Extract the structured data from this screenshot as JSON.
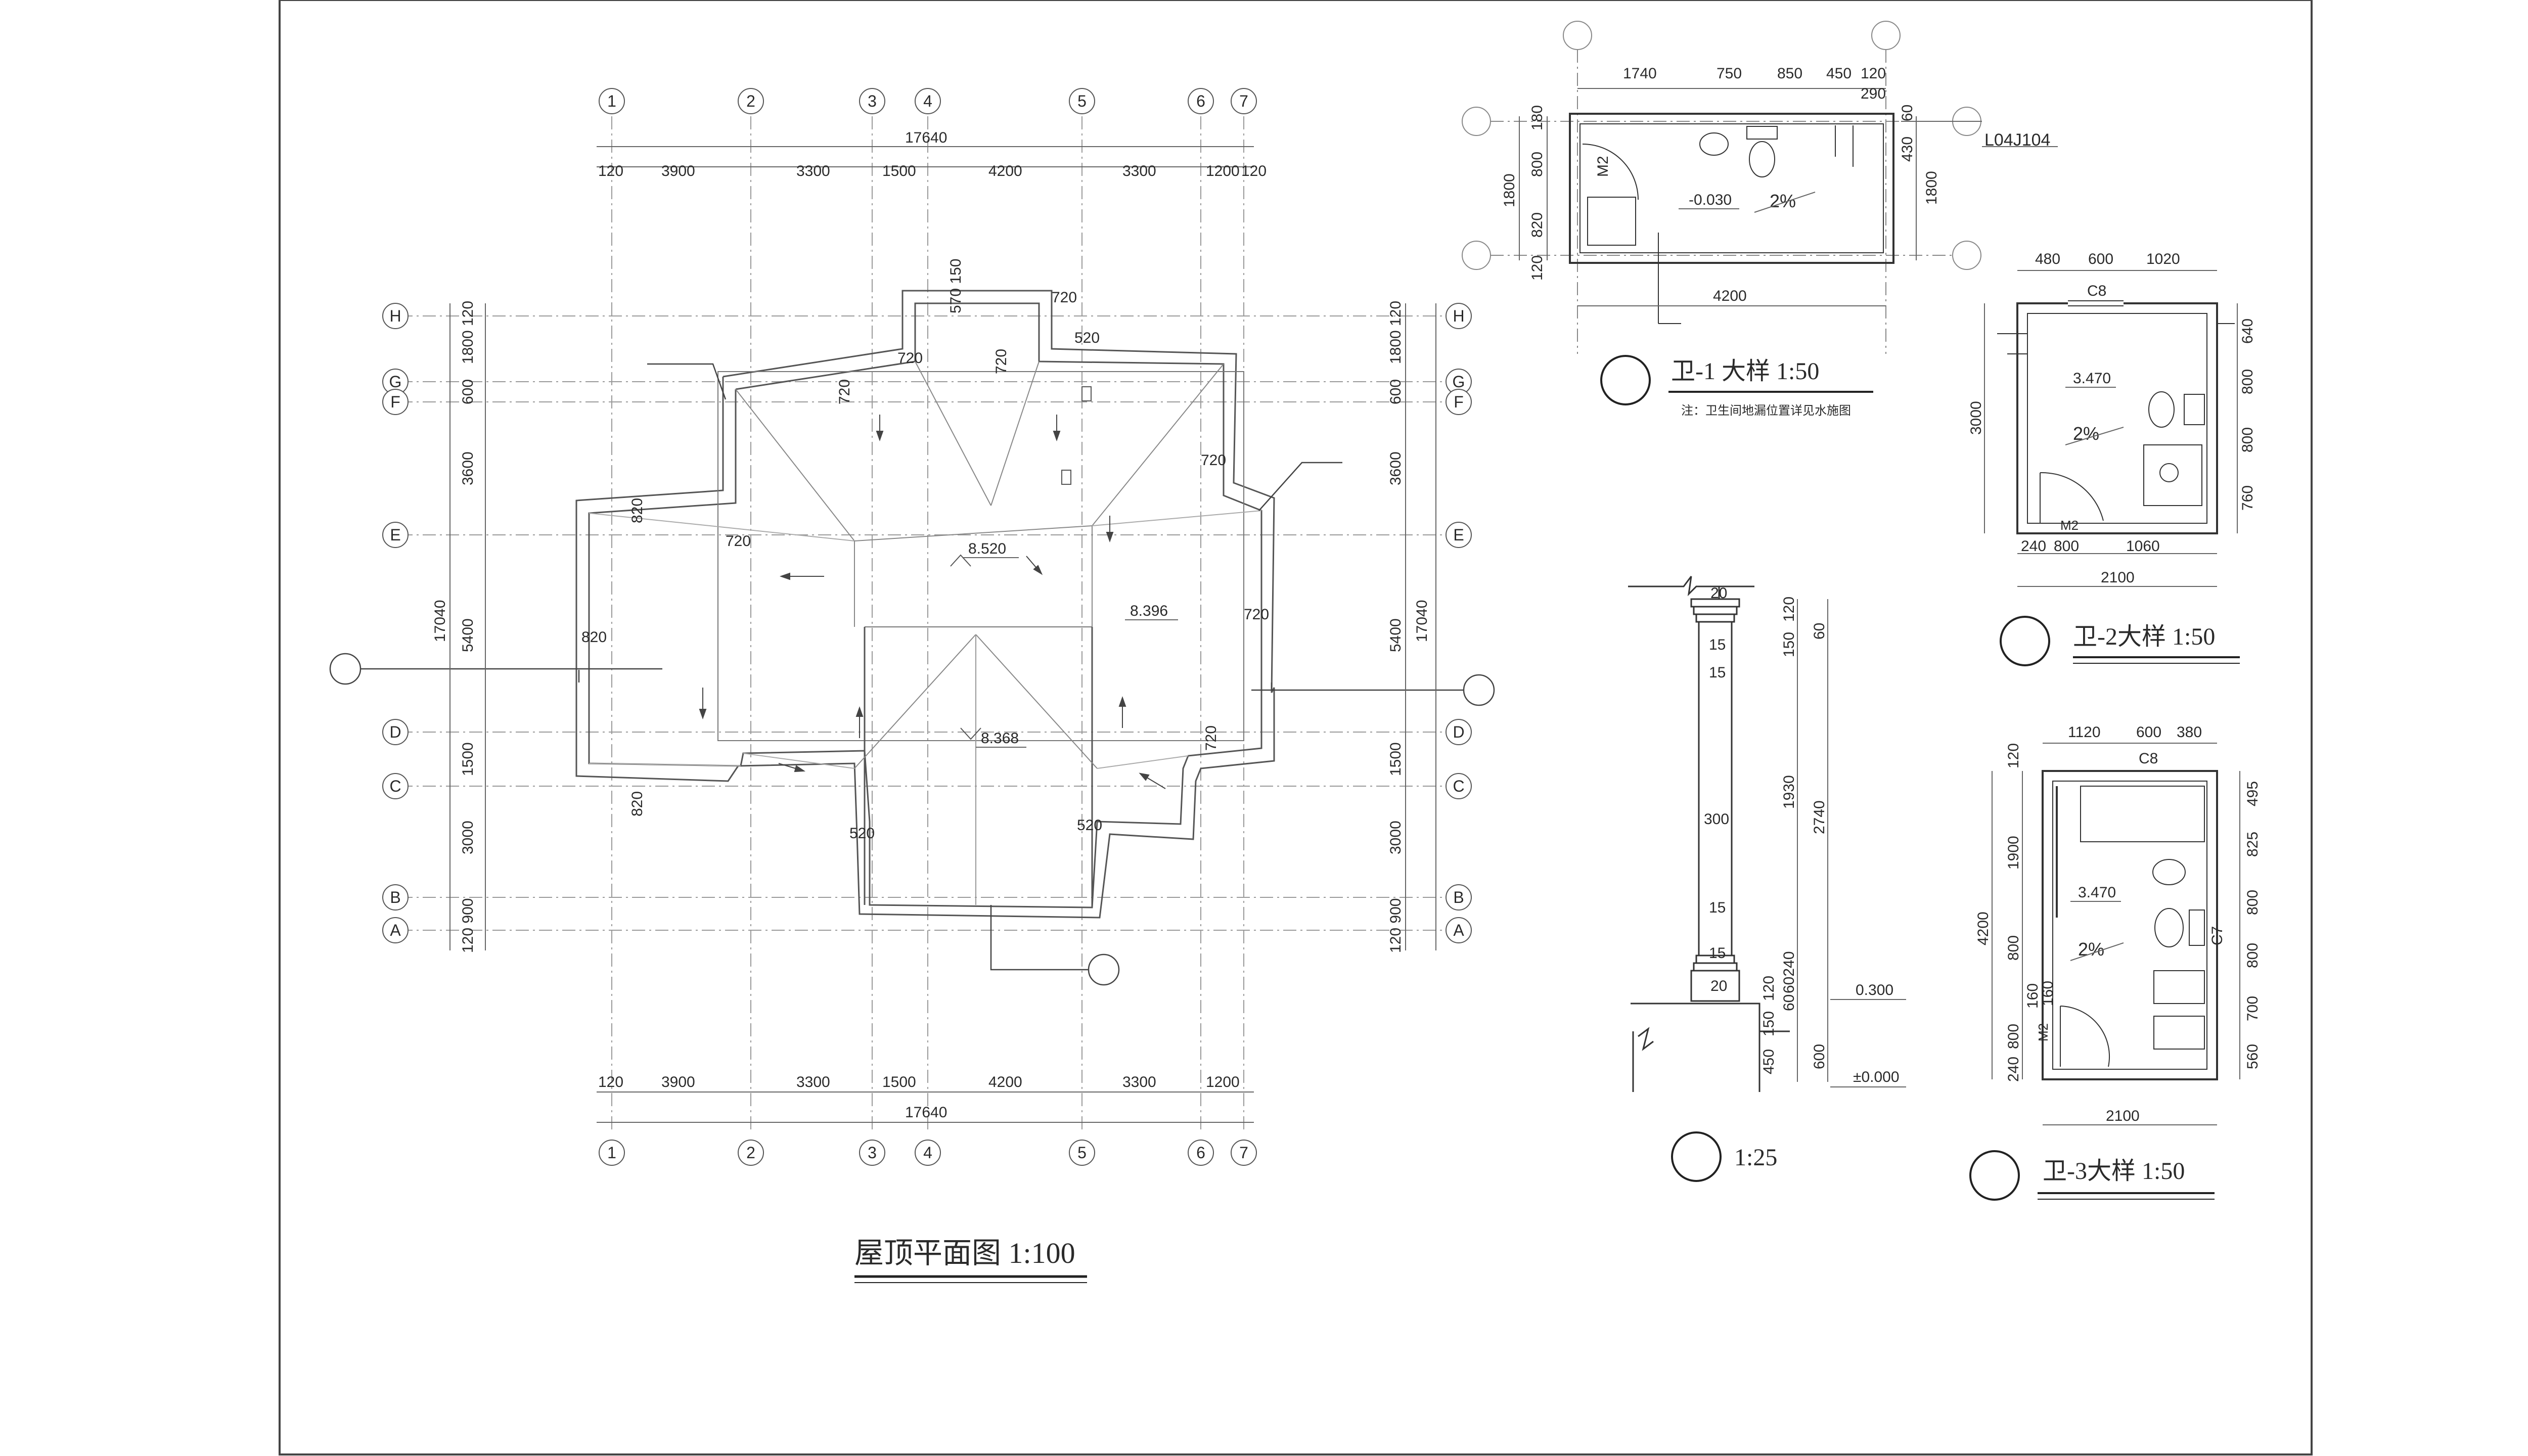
{
  "roof_plan": {
    "title": "屋顶平面图 1:100",
    "axes_top": [
      "1",
      "2",
      "3",
      "4",
      "5",
      "6",
      "7"
    ],
    "axes_side": [
      "H",
      "G",
      "F",
      "E",
      "D",
      "C",
      "B",
      "A"
    ],
    "top_total": "17640",
    "top_dims": [
      "120",
      "3900",
      "3300",
      "1500",
      "4200",
      "3300",
      "1200",
      "120"
    ],
    "bottom_dims": [
      "120",
      "3900",
      "3300",
      "1500",
      "4200",
      "3300",
      "1200"
    ],
    "bottom_total": "17640",
    "side_total": "17040",
    "left_dims": [
      "120",
      "1800",
      "600",
      "3600",
      "5400",
      "1500",
      "3000",
      "120 900"
    ],
    "right_dims": [
      "120",
      "1800",
      "600",
      "3600",
      "5400",
      "1500",
      "3000",
      "120 900"
    ],
    "eave_dims": [
      "720",
      "520",
      "570 150",
      "720",
      "720",
      "720",
      "720",
      "820",
      "820",
      "720",
      "720",
      "820",
      "520",
      "520",
      "720"
    ],
    "elevations": [
      "8.520",
      "8.396",
      "8.368"
    ]
  },
  "wc1": {
    "title": "卫-1 大样 1:50",
    "note": "注：卫生间地漏位置详见水施图",
    "top_dims": [
      "1740",
      "750",
      "850",
      "450",
      "120",
      "290"
    ],
    "bottom_dim": "4200",
    "left_dims": [
      "180",
      "800",
      "1800",
      "820",
      "120"
    ],
    "right_dims": [
      "60",
      "430",
      "1800"
    ],
    "door": "M2",
    "elev": "-0.030",
    "slope": "2%",
    "ref": "L04J104"
  },
  "wc2": {
    "title": "卫-2大样 1:50",
    "top_dims": [
      "480",
      "600",
      "1020"
    ],
    "window": "C8",
    "left_dim": "3000",
    "right_dims": [
      "640",
      "800",
      "800",
      "760"
    ],
    "bottom_dims": [
      "240",
      "800",
      "1060"
    ],
    "bottom_total": "2100",
    "door": "M2",
    "elev": "3.470",
    "slope": "2%"
  },
  "wc3": {
    "title": "卫-3大样 1:50",
    "top_dims": [
      "1120",
      "600",
      "380"
    ],
    "window": "C8",
    "window_side": "C7",
    "left_dims": [
      "120",
      "1900",
      "4200",
      "800",
      "160",
      "160",
      "800",
      "240"
    ],
    "right_dims": [
      "495",
      "825",
      "800",
      "800",
      "700",
      "560"
    ],
    "bottom_total": "2100",
    "door": "M2",
    "elev": "3.470",
    "slope": "2%"
  },
  "column": {
    "title": "1:25",
    "dims_left": [
      "20",
      "15",
      "15",
      "300",
      "15",
      "15",
      "20"
    ],
    "dims_right": [
      "120",
      "60",
      "150",
      "1930",
      "2740",
      "60240",
      "120",
      "60",
      "150",
      "450",
      "600"
    ],
    "elev_top": "0.300",
    "elev_bottom": "±0.000"
  }
}
